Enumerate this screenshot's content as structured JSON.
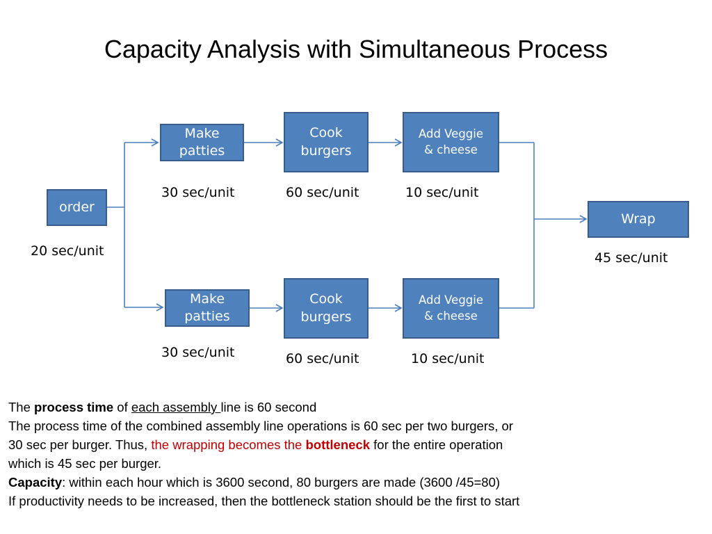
{
  "title": "Capacity Analysis with Simultaneous Process",
  "diagram": {
    "order": {
      "label": "order",
      "rate": "20 sec/unit"
    },
    "top_line": {
      "patties": {
        "label": "Make\npatties",
        "rate": "30 sec/unit"
      },
      "cook": {
        "label": "Cook\nburgers",
        "rate": "60 sec/unit"
      },
      "veggie": {
        "label": "Add Veggie\n& cheese",
        "rate": "10 sec/unit"
      }
    },
    "bottom_line": {
      "patties": {
        "label": "Make\npatties",
        "rate": "30 sec/unit"
      },
      "cook": {
        "label": "Cook\nburgers",
        "rate": "60 sec/unit"
      },
      "veggie": {
        "label": "Add Veggie\n& cheese",
        "rate": "10 sec/unit"
      }
    },
    "wrap": {
      "label": "Wrap",
      "rate": "45 sec/unit"
    }
  },
  "text": {
    "line1": {
      "a": "The ",
      "b": "process time",
      "c": " of ",
      "d": "each assembly ",
      "e": "line is 60 second"
    },
    "line2": "The process time of the combined assembly line operations is 60 sec per two burgers, or",
    "line3": {
      "a": "30 sec per burger. Thus, ",
      "b": "the wrapping becomes the ",
      "c": "bottleneck",
      "d": " for the entire operation"
    },
    "line4": "which is 45 sec per burger.",
    "line5": {
      "a": "Capacity",
      "b": ":  within each hour which is 3600 second,  80 burgers are made (3600 /45=80)"
    },
    "line6": "If productivity needs to be increased, then the bottleneck station should be the first to start"
  },
  "colors": {
    "box_fill": "#4f81bd",
    "box_border": "#385d8a",
    "connector": "#4a7ebb",
    "emphasis": "#c00000"
  }
}
